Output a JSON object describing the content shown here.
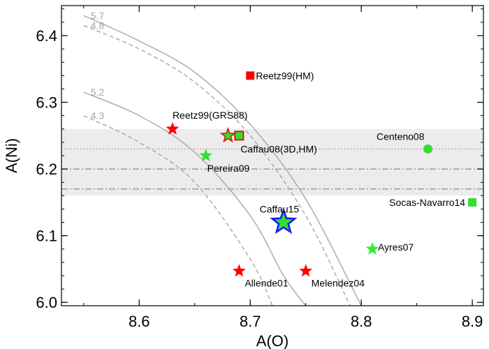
{
  "chart_data": {
    "type": "scatter",
    "xlabel": "A(O)",
    "ylabel": "A(Ni)",
    "xlim": [
      8.53,
      8.91
    ],
    "ylim": [
      5.995,
      6.445
    ],
    "xticks": [
      8.6,
      8.7,
      8.8,
      8.9
    ],
    "yticks": [
      6.0,
      6.1,
      6.2,
      6.3,
      6.4
    ],
    "grid": false,
    "legend": "none",
    "band": {
      "y0": 6.16,
      "y1": 6.26,
      "color": "#ececec"
    },
    "hlines": [
      {
        "y": 6.23,
        "style": "dotted",
        "color": "#8c8c8c"
      },
      {
        "y": 6.2,
        "style": "dashdot",
        "color": "#8c8c8c"
      },
      {
        "y": 6.17,
        "style": "dashdot",
        "color": "#8c8c8c"
      }
    ],
    "curves": [
      {
        "label": "5.7",
        "style": "solid",
        "x": [
          8.55,
          8.6,
          8.65,
          8.7,
          8.75,
          8.8
        ],
        "y": [
          6.43,
          6.392,
          6.345,
          6.267,
          6.155,
          5.995
        ]
      },
      {
        "label": "4.8",
        "style": "dashed",
        "x": [
          8.55,
          8.6,
          8.65,
          8.7,
          8.75,
          8.79
        ],
        "y": [
          6.415,
          6.38,
          6.33,
          6.25,
          6.13,
          5.995
        ]
      },
      {
        "label": "5.2",
        "style": "solid",
        "x": [
          8.55,
          8.6,
          8.65,
          8.7,
          8.73,
          8.75
        ],
        "y": [
          6.315,
          6.28,
          6.225,
          6.13,
          6.04,
          5.995
        ]
      },
      {
        "label": "4.3",
        "style": "dashed",
        "x": [
          8.55,
          8.6,
          8.65,
          8.7,
          8.72
        ],
        "y": [
          6.28,
          6.24,
          6.18,
          6.065,
          5.995
        ]
      }
    ],
    "points": [
      {
        "label": "Reetz99(HM)",
        "x": 8.7,
        "y": 6.34,
        "marker": "square",
        "color": "#ff0000"
      },
      {
        "label": "Reetz99(GRS88)",
        "x": 8.63,
        "y": 6.26,
        "marker": "star",
        "color": "#ff0000"
      },
      {
        "label": "",
        "x": 8.68,
        "y": 6.25,
        "marker": "star",
        "color": "#33dd33",
        "edge": "#cc2200"
      },
      {
        "label": "Caffau08(3D,HM)",
        "x": 8.69,
        "y": 6.25,
        "marker": "square",
        "color": "#33dd33",
        "edge": "#cc2200"
      },
      {
        "label": "Centeno08",
        "x": 8.86,
        "y": 6.23,
        "marker": "circle",
        "color": "#33dd33"
      },
      {
        "label": "Pereira09",
        "x": 8.66,
        "y": 6.22,
        "marker": "star",
        "color": "#33dd33"
      },
      {
        "label": "Socas-Navarro14",
        "x": 8.9,
        "y": 6.15,
        "marker": "square",
        "color": "#33dd33"
      },
      {
        "label": "Caffau15",
        "x": 8.73,
        "y": 6.12,
        "marker": "bigstar",
        "color": "#33dd33",
        "edge": "#1a1aff"
      },
      {
        "label": "Ayres07",
        "x": 8.81,
        "y": 6.08,
        "marker": "star",
        "color": "#33ee33"
      },
      {
        "label": "Allende01",
        "x": 8.69,
        "y": 6.047,
        "marker": "star",
        "color": "#ff0000"
      },
      {
        "label": "Melendez04",
        "x": 8.75,
        "y": 6.047,
        "marker": "star",
        "color": "#ff0000"
      }
    ]
  }
}
